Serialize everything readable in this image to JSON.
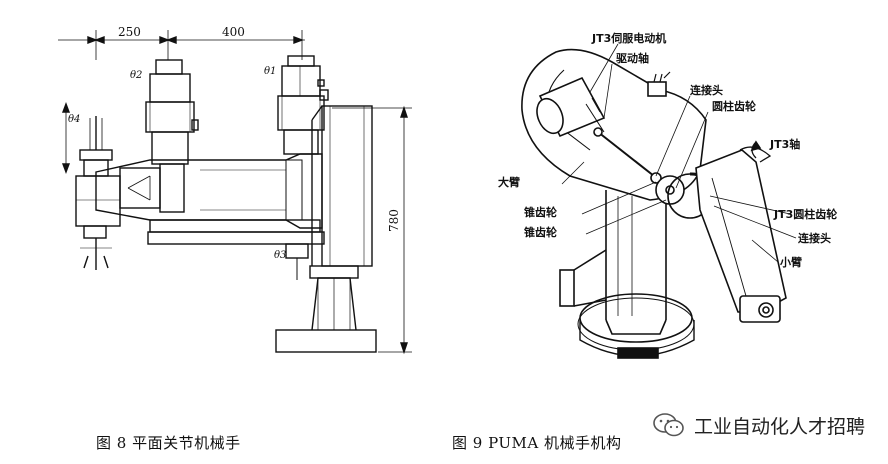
{
  "figure8": {
    "caption": "图 8 平面关节机械手",
    "dims": {
      "d1": "250",
      "d2": "400",
      "d3": "780"
    },
    "thetas": {
      "t1": "θ1",
      "t2": "θ2",
      "t3": "θ3",
      "t4": "θ4"
    }
  },
  "figure9": {
    "caption": "图 9 PUMA 机械手机构",
    "labels": {
      "servo": "JT3伺服电动机",
      "drive_shaft": "驱动轴",
      "connector_top": "连接头",
      "cyl_gear_top": "圆柱齿轮",
      "jt3_axis": "JT3轴",
      "big_arm": "大臂",
      "bevel1": "锥齿轮",
      "bevel2": "锥齿轮",
      "jt3_cyl_gear": "JT3圆柱齿轮",
      "connector_bottom": "连接头",
      "small_arm": "小臂"
    }
  },
  "watermark": {
    "text": "工业自动化人才招聘",
    "icon": "wechat-icon"
  }
}
